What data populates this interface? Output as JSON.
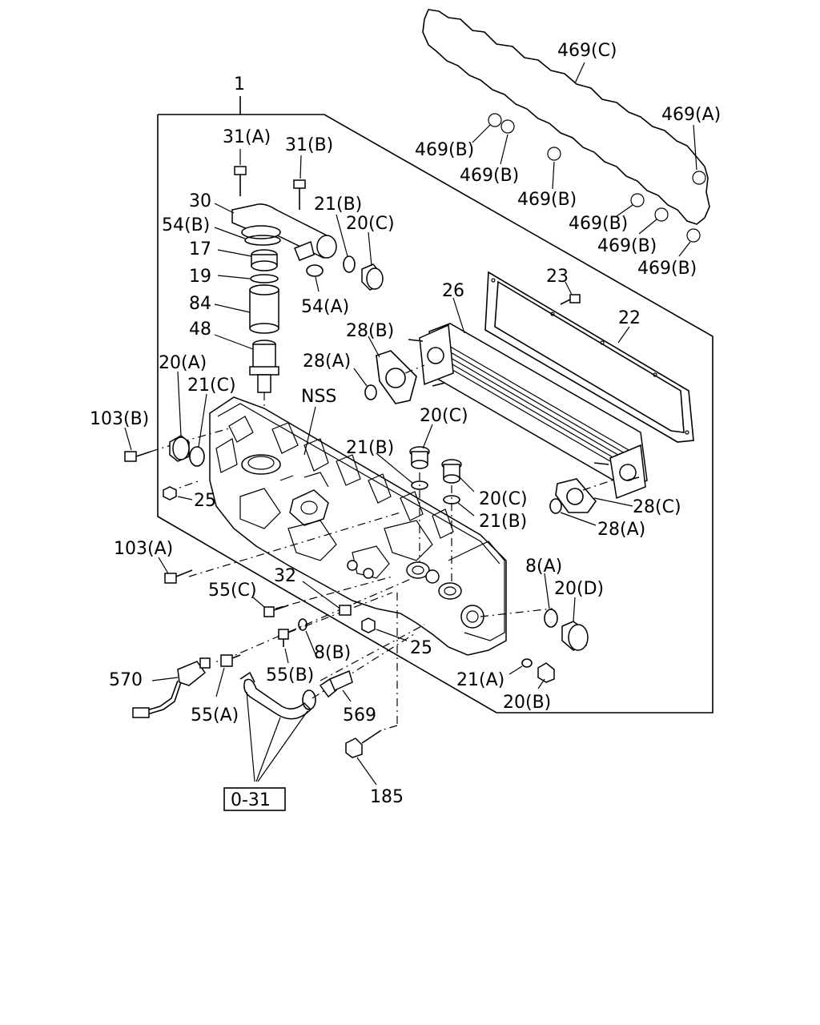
{
  "labels": {
    "assembly": "1",
    "gasket_top": "469(C)",
    "gasket_a": "469(A)",
    "gasket_b1": "469(B)",
    "gasket_b2": "469(B)",
    "gasket_b3": "469(B)",
    "gasket_b4": "469(B)",
    "gasket_b5": "469(B)",
    "gasket_b6": "469(B)",
    "bolt_31a": "31(A)",
    "bolt_31b": "31(B)",
    "elbow_30": "30",
    "ring_54b": "54(B)",
    "ring_21b_top": "21(B)",
    "plug_20c_top": "20(C)",
    "part_17": "17",
    "part_19": "19",
    "ring_54a": "54(A)",
    "part_84": "84",
    "part_48": "48",
    "cooler_26": "26",
    "bolt_23": "23",
    "gasket_22": "22",
    "ring_28b": "28(B)",
    "ring_28a_top": "28(A)",
    "plug_20a": "20(A)",
    "ring_21c": "21(C)",
    "nss": "NSS",
    "bolt_103b": "103(B)",
    "plug_20c_mid": "20(C)",
    "ring_21b_mid": "21(B)",
    "plug_20c_right": "20(C)",
    "ring_21b_right": "21(B)",
    "gasket_28c": "28(C)",
    "ring_28a_bottom": "28(A)",
    "nut_25_left": "25",
    "bolt_103a": "103(A)",
    "part_32": "32",
    "bolt_55c": "55(C)",
    "ring_8a": "8(A)",
    "plug_20d": "20(D)",
    "ring_8b": "8(B)",
    "nut_25_bottom": "25",
    "bolt_55b": "55(B)",
    "ring_21a": "21(A)",
    "plug_20b": "20(B)",
    "sensor_570": "570",
    "bolt_55a": "55(A)",
    "fitting_569": "569",
    "bolt_185": "185",
    "ref_box": "0-31"
  }
}
